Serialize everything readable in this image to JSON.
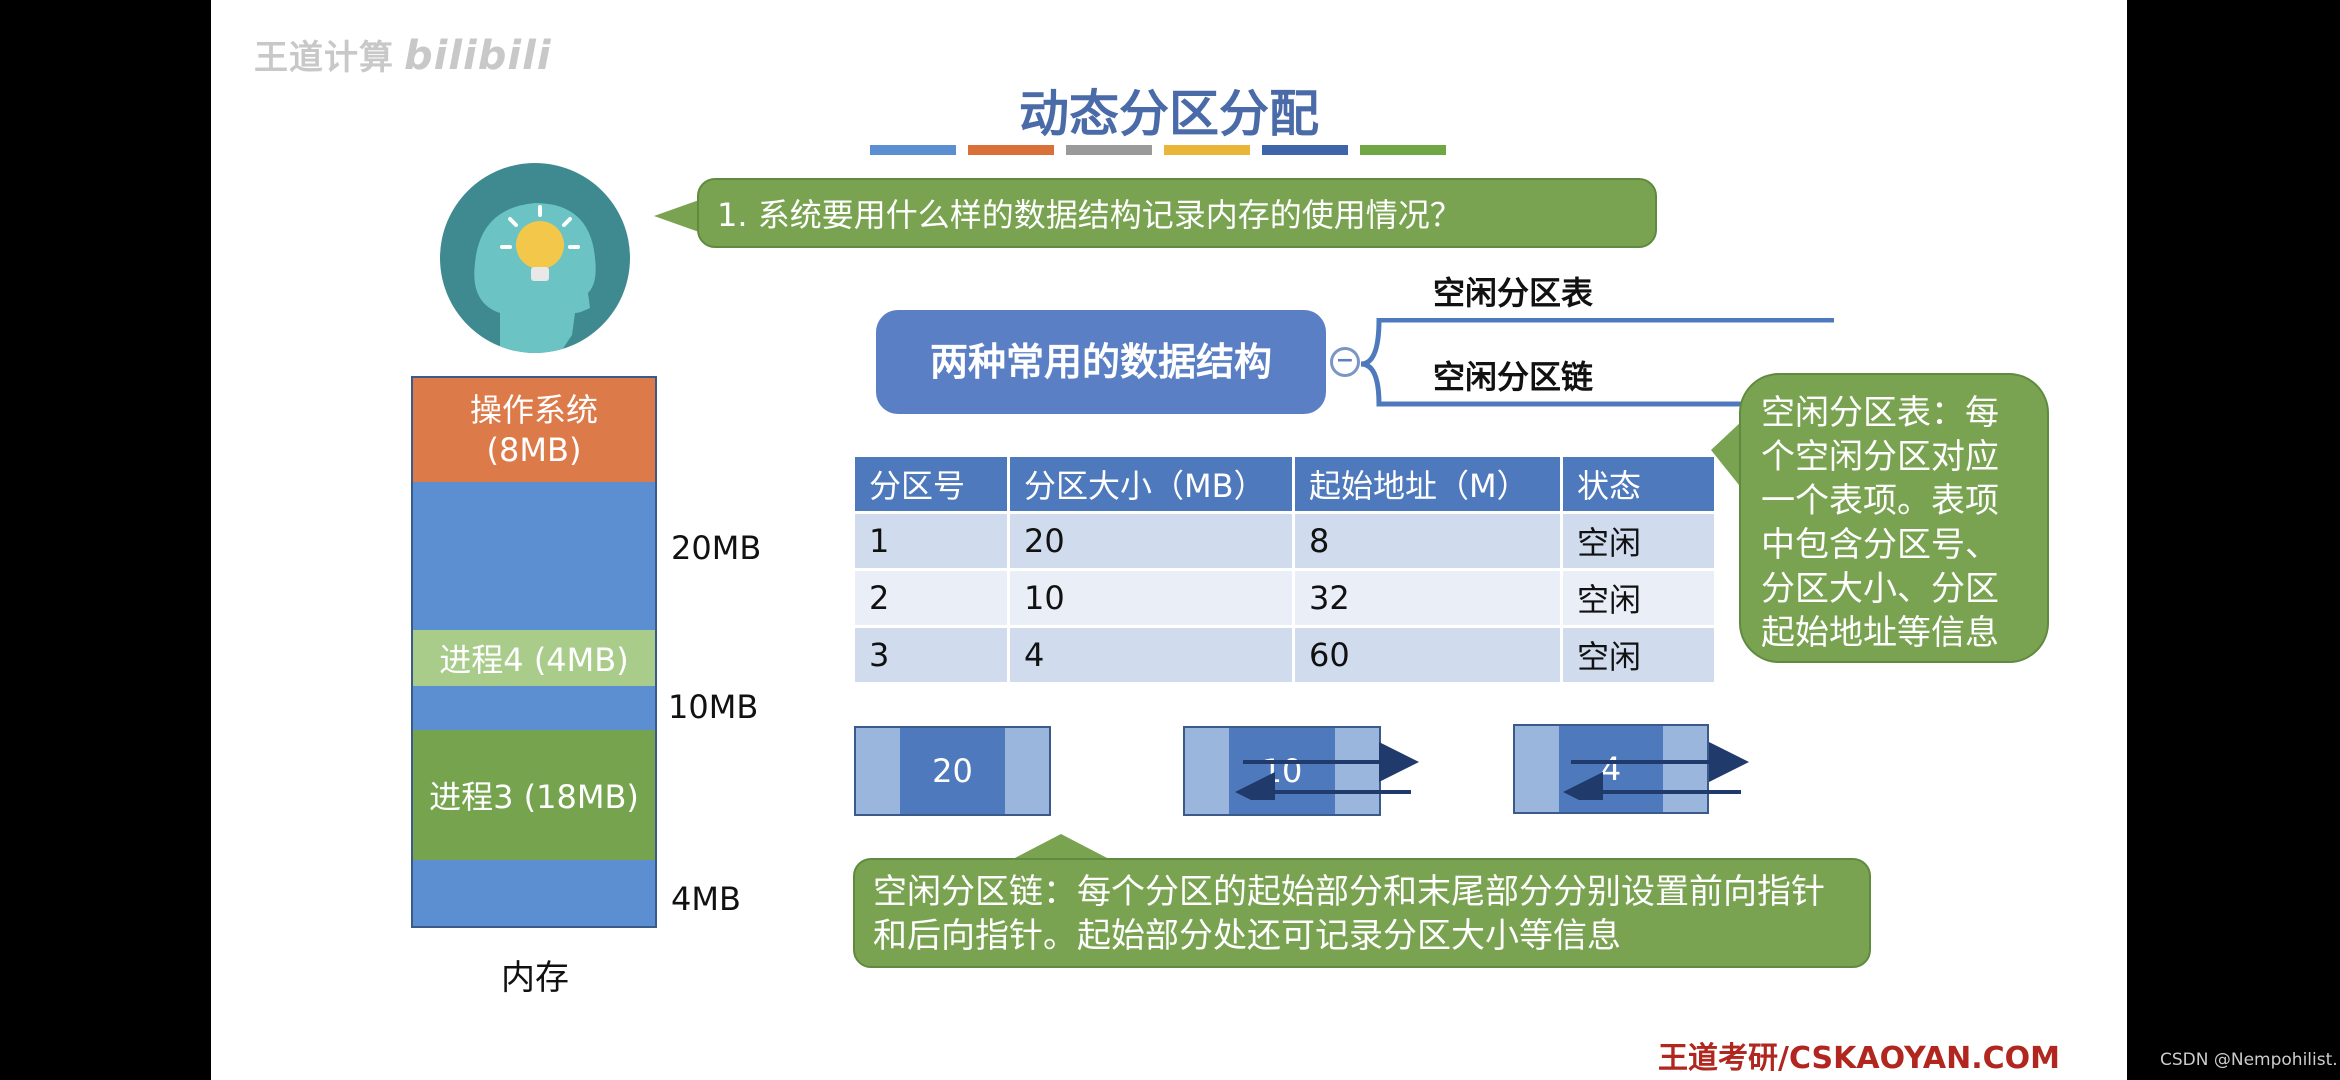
{
  "watermark": {
    "brand": "王道计算",
    "site": "bilibili"
  },
  "title": "动态分区分配",
  "title_colors": [
    "#5b8fd1",
    "#d9703a",
    "#9a9a9a",
    "#e9b63a",
    "#3e64a9",
    "#71a645"
  ],
  "question": "1. 系统要用什么样的数据结构记录内存的使用情况？",
  "avatar": {
    "icon": "head-lightbulb-icon"
  },
  "data_structures": {
    "label": "两种常用的数据结构",
    "branches": [
      "空闲分区表",
      "空闲分区链"
    ]
  },
  "memory": {
    "caption": "内存",
    "segments": [
      {
        "label": "操作系统\n(8MB)",
        "color": "#dd7a4a"
      },
      {
        "label": "",
        "color": "#5b8fd1",
        "size_label": "20MB"
      },
      {
        "label": "进程4 (4MB)",
        "color": "#a9cc8b"
      },
      {
        "label": "",
        "color": "#5b8fd1",
        "size_label": "10MB"
      },
      {
        "label": "进程3 (18MB)",
        "color": "#76a44e"
      },
      {
        "label": "",
        "color": "#5b8fd1",
        "size_label": "4MB"
      }
    ]
  },
  "table": {
    "headers": [
      "分区号",
      "分区大小（MB）",
      "起始地址（M）",
      "状态"
    ],
    "rows": [
      [
        "1",
        "20",
        "8",
        "空闲"
      ],
      [
        "2",
        "10",
        "32",
        "空闲"
      ],
      [
        "3",
        "4",
        "60",
        "空闲"
      ]
    ]
  },
  "table_note": "空闲分区表：每个空闲分区对应一个表项。表项中包含分区号、分区大小、分区起始地址等信息",
  "chain_nodes": [
    "20",
    "10",
    "4"
  ],
  "chain_note": "空闲分区链：每个分区的起始部分和末尾部分分别设置前向指针和后向指针。起始部分处还可记录分区大小等信息",
  "footer": "王道考研/CSKAOYAN.COM",
  "csdn": "CSDN @Nempohilist."
}
